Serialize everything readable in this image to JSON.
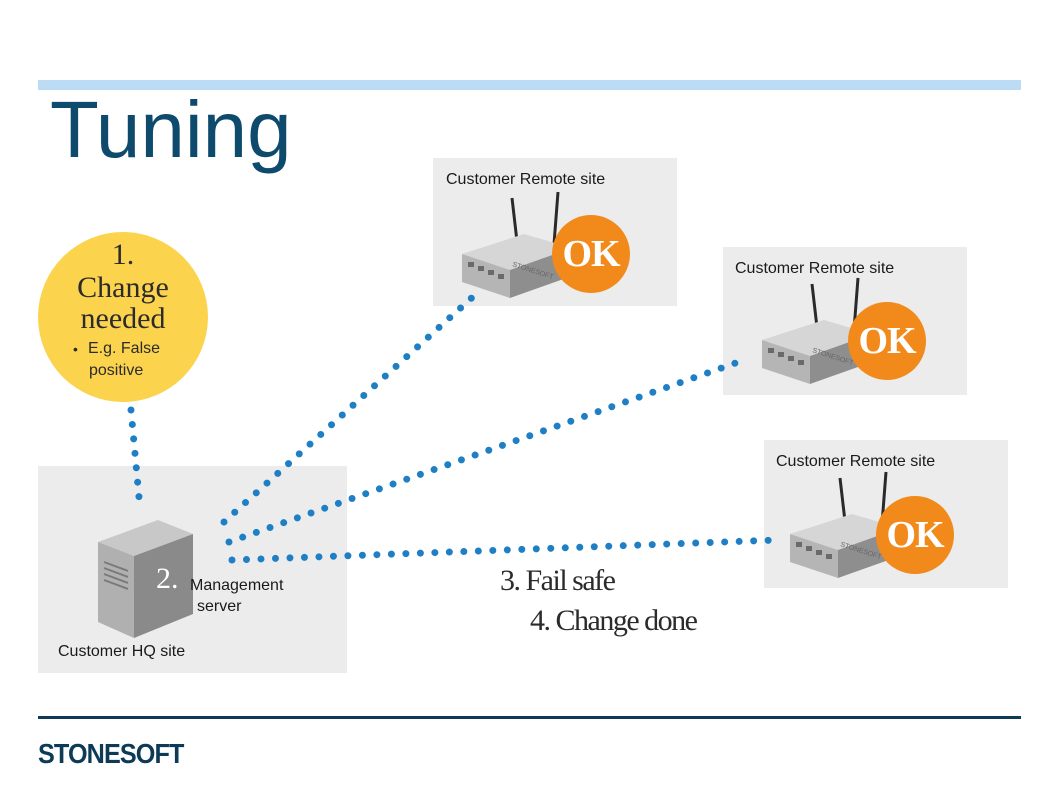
{
  "title": "Tuning",
  "remote_sites": [
    {
      "label": "Customer Remote site",
      "status": "OK"
    },
    {
      "label": "Customer Remote site",
      "status": "OK"
    },
    {
      "label": "Customer Remote site",
      "status": "OK"
    }
  ],
  "hq_site": {
    "label": "Customer HQ site",
    "step_number": "2.",
    "server_label_line1": "Management",
    "server_label_line2": "server"
  },
  "change_bubble": {
    "number": "1.",
    "line1": "Change",
    "line2": "needed",
    "bullet_line1": "E.g. False",
    "bullet_line2": "positive"
  },
  "steps": {
    "fail_safe": "3. Fail safe",
    "change_done": "4. Change done"
  },
  "appliance_brand": "STONESOFT",
  "logo": "STONESOFT",
  "colors": {
    "title": "#0d4a6b",
    "top_bar": "#bcdcf5",
    "dots": "#1e7fc4",
    "ok_badge": "#f18a1b",
    "change_bubble": "#fbd34d",
    "panel": "#ececec",
    "logo": "#0d3b57"
  }
}
